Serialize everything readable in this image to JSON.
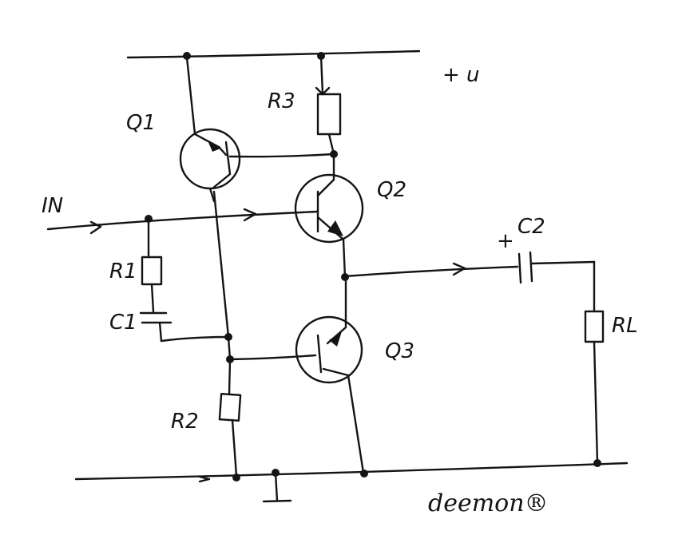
{
  "labels": {
    "supply": "+ u",
    "q1": "Q1",
    "q2": "Q2",
    "q3": "Q3",
    "r1": "R1",
    "r2": "R2",
    "r3": "R3",
    "rl": "RL",
    "c1": "C1",
    "c2": "C2",
    "c2_plus": "+",
    "input": "IN",
    "signature": "deemon®"
  },
  "colors": {
    "ink": "#141414",
    "paper": "#ffffff"
  }
}
